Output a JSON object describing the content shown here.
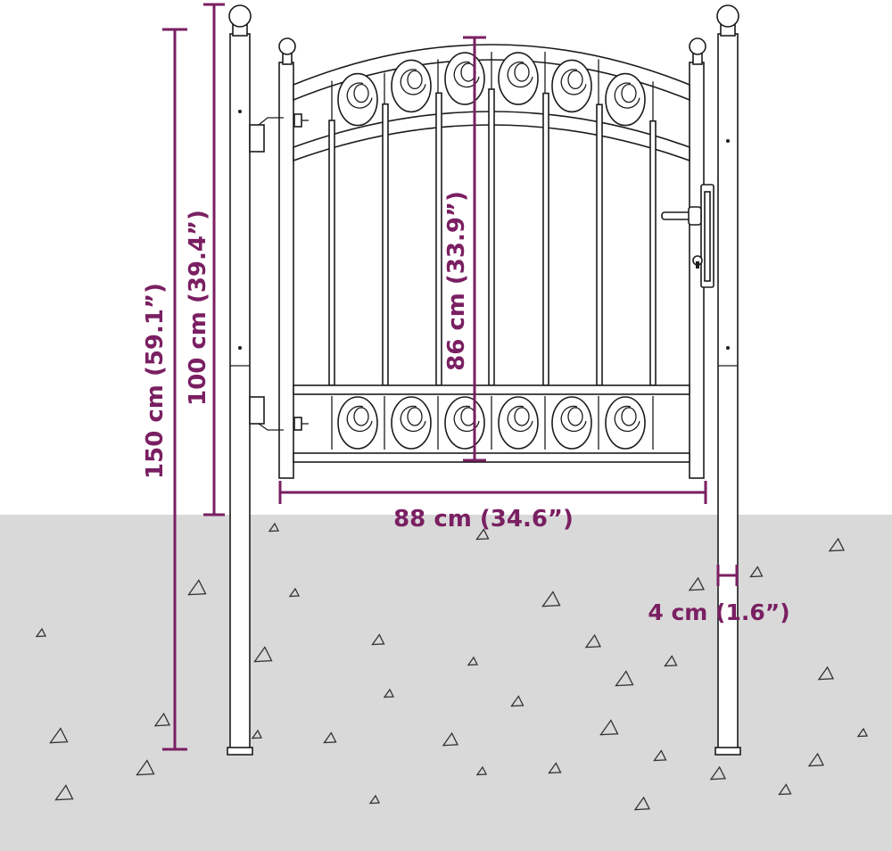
{
  "dimensions": {
    "total_height": "150 cm (59.1”)",
    "post_above_ground": "100 cm (39.4”)",
    "gate_height": "86 cm (33.9”)",
    "gate_width": "88 cm (34.6”)",
    "post_width": "4 cm (1.6”)"
  },
  "colors": {
    "dimension": "#7a1f62",
    "ground": "#d9d9d9",
    "metal_outline": "#1c1c1c",
    "background": "#ffffff"
  }
}
